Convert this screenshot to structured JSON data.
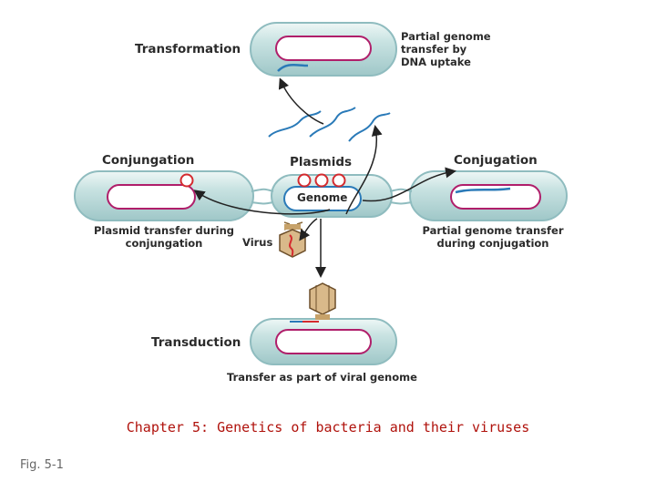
{
  "labels": {
    "transformation": "Transformation",
    "transformation_desc": [
      "Partial genome",
      "transfer by",
      "DNA uptake"
    ],
    "conjungation_left": "Conjungation",
    "plasmid_transfer": [
      "Plasmid transfer during",
      "conjungation"
    ],
    "plasmids": "Plasmids",
    "genome": "Genome",
    "conjugation_right": "Conjugation",
    "partial_conjugation": [
      "Partial genome transfer",
      "during conjugation"
    ],
    "virus": "Virus",
    "transduction": "Transduction",
    "viral_transfer": "Transfer as part of viral genome"
  },
  "caption": "Chapter 5: Genetics of bacteria and their viruses",
  "figure_label": "Fig. 5-1",
  "colors": {
    "cell_fill": "#bcd9d9",
    "cell_edge": "#8fbcbf",
    "genome_ring": "#b01e6a",
    "plasmid_ring": "#d42b2f",
    "dna_strand": "#2a7ab8",
    "arrow": "#222222",
    "caption": "#b0120c"
  }
}
